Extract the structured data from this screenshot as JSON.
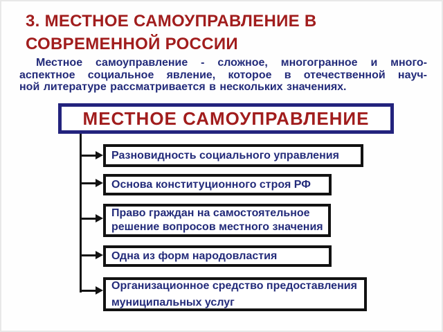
{
  "slide": {
    "title_lines": [
      "3. МЕСТНОЕ САМОУПРАВЛЕНИЕ В",
      "СОВРЕМЕННОЙ РОССИИ"
    ],
    "intro_lines": [
      "Местное самоуправление - сложное, многогранное и много-",
      "аспектное социальное явление, которое в отечественной науч-",
      "ной литературе рассматривается в нескольких значениях."
    ],
    "root_box_label": "МЕСТНОЕ САМОУПРАВЛЕНИЕ",
    "branches": [
      {
        "lines": [
          "Разновидность социального управления"
        ]
      },
      {
        "lines": [
          "Основа конституционного строя РФ"
        ]
      },
      {
        "lines": [
          "Право граждан на самостоятельное",
          "решение вопросов местного значения"
        ]
      },
      {
        "lines": [
          "Одна из форм народовластия"
        ]
      },
      {
        "lines": [
          "Организационное средство предоставления",
          "муниципальных услуг"
        ]
      }
    ],
    "colors": {
      "title_red": "#a11d1d",
      "text_navy": "#232b7a",
      "root_border_navy": "#23237d",
      "branch_border_black": "#121212",
      "background": "#fefefe"
    }
  }
}
